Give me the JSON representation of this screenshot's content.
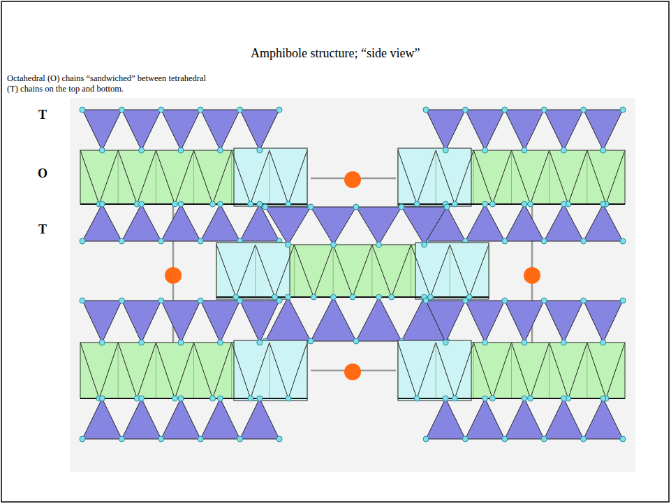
{
  "diagram": {
    "title": "Amphibole structure;  “side view”",
    "labels": [
      "Octahedral (O) chains “sandwiched” between tetrahedral (T) chains on the top and bottom.",
      "T",
      "O",
      "T"
    ]
  }
}
